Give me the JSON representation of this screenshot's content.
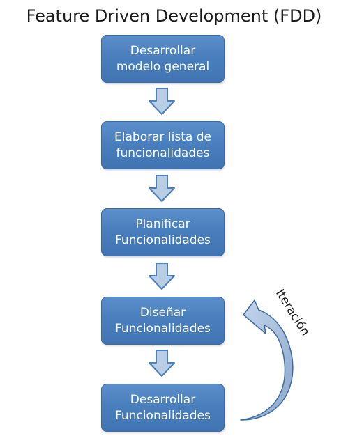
{
  "title": "Feature Driven Development (FDD)",
  "steps": [
    {
      "line1": "Desarrollar",
      "line2": "modelo general"
    },
    {
      "line1": "Elaborar lista de",
      "line2": "funcionalidades"
    },
    {
      "line1": "Planificar",
      "line2": "Funcionalidades"
    },
    {
      "line1": "Diseñar",
      "line2": "Funcionalidades"
    },
    {
      "line1": "Desarrollar",
      "line2": "Funcionalidades"
    }
  ],
  "iteration_label": "Iteración",
  "colors": {
    "box_fill": "#4a7fbd",
    "box_border": "#3a6aa6",
    "arrow_fill": "#b9cde5",
    "arrow_stroke": "#4a7fbd",
    "curve_fill": "#9ab3d3",
    "curve_stroke": "#3a6aa6"
  }
}
